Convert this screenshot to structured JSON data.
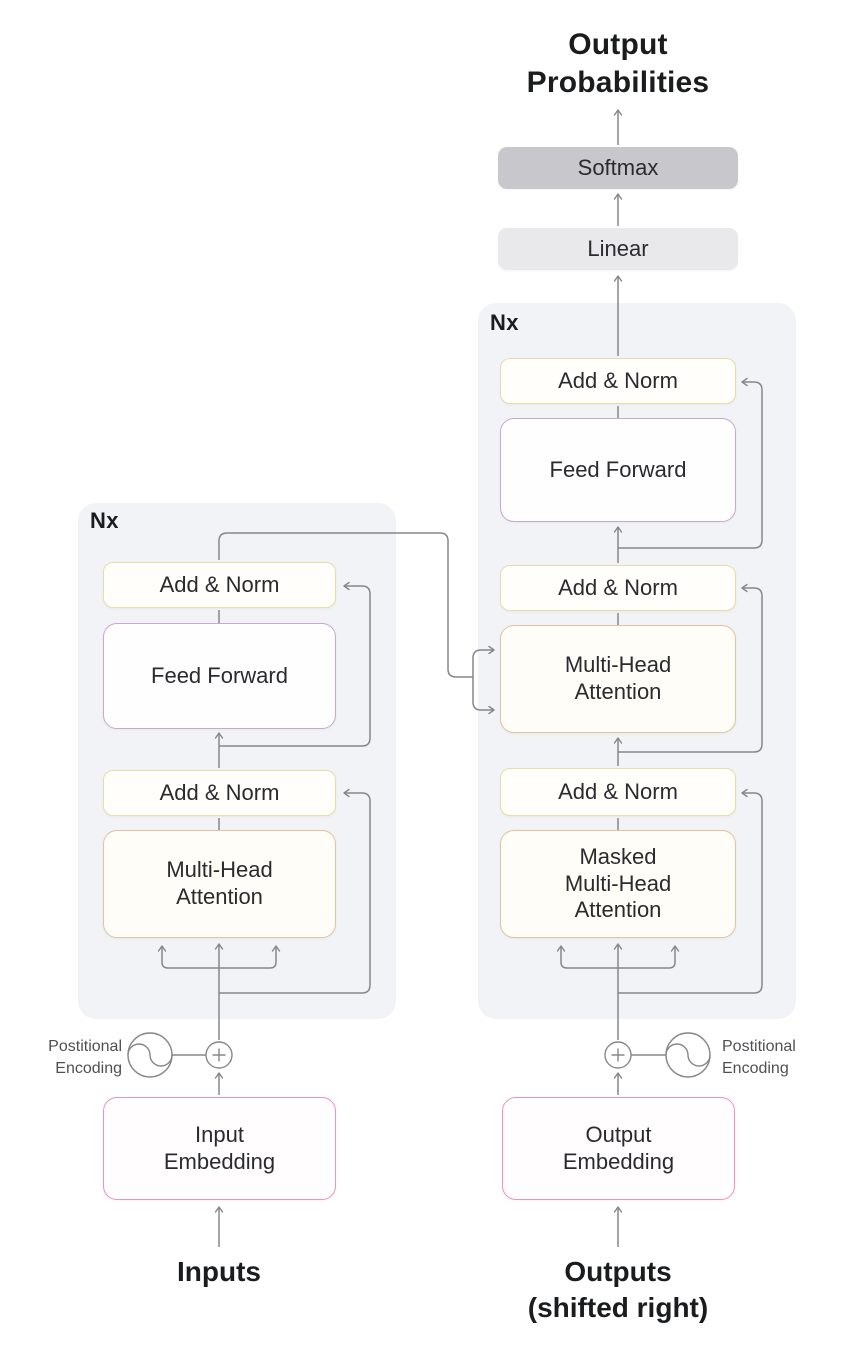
{
  "header": {
    "title_lines": [
      "Output",
      "Probabilities"
    ]
  },
  "output_head": {
    "softmax": "Softmax",
    "linear": "Linear"
  },
  "decoder": {
    "repeat_label": "Nx",
    "add_norm_top": "Add & Norm",
    "feed_forward": "Feed Forward",
    "add_norm_mid": "Add & Norm",
    "attention_lines": [
      "Multi-Head",
      "Attention"
    ],
    "add_norm_bottom": "Add & Norm",
    "masked_attention_lines": [
      "Masked",
      "Multi-Head",
      "Attention"
    ],
    "embedding_lines": [
      "Output",
      "Embedding"
    ],
    "positional_label_lines": [
      "Postitional",
      "Encoding"
    ],
    "bottom_label_lines": [
      "Outputs",
      "(shifted right)"
    ]
  },
  "encoder": {
    "repeat_label": "Nx",
    "add_norm_top": "Add & Norm",
    "feed_forward": "Feed Forward",
    "add_norm_bottom": "Add & Norm",
    "attention_lines": [
      "Multi-Head",
      "Attention"
    ],
    "embedding_lines": [
      "Input",
      "Embedding"
    ],
    "positional_label_lines": [
      "Postitional",
      "Encoding"
    ],
    "bottom_label": "Inputs"
  },
  "colors": {
    "panel_bg": "#f2f3f6",
    "wire": "#85878b",
    "add_norm_border": "#e7ddab",
    "feed_forward_border": "#c9a8cb",
    "attention_border": "#e3c29d",
    "embedding_border": "#ee92be",
    "softmax_bg": "#c8c8cc",
    "linear_bg": "#e9e9eb",
    "text": "#1b1c1e"
  }
}
